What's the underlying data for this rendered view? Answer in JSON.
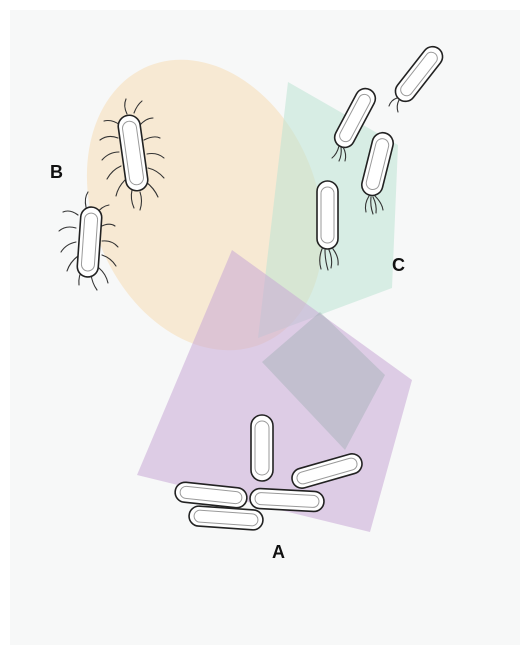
{
  "labels": {
    "a": "A",
    "b": "B",
    "c": "C"
  },
  "colors": {
    "background": "#f7f8f8",
    "region_a": "#c9a7d6",
    "region_b": "#f8dcb4",
    "region_c": "#bde3d3"
  }
}
